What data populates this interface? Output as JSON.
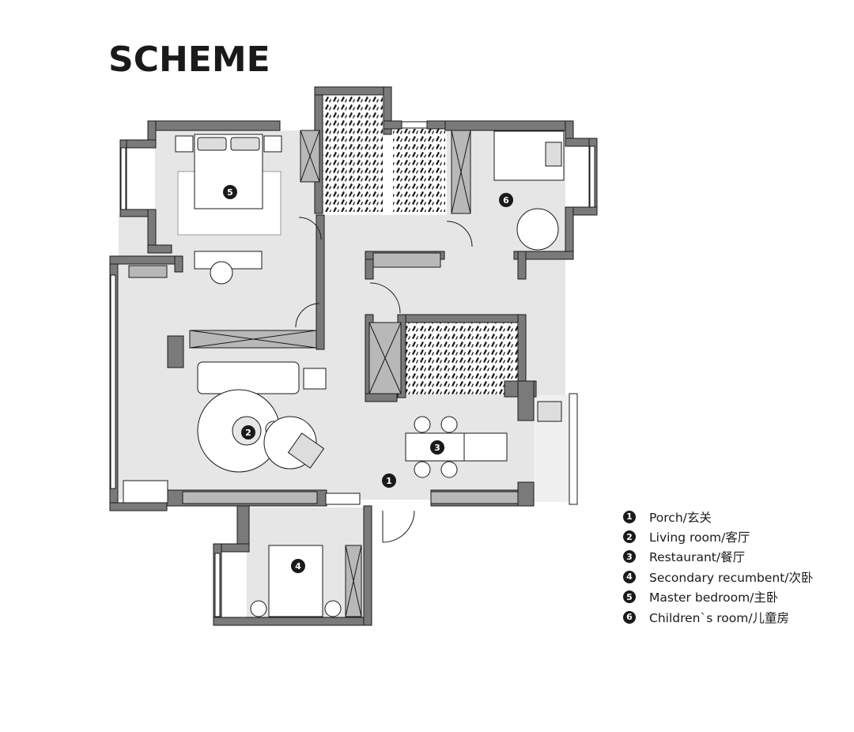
{
  "title": "SCHEME",
  "legend": [
    {
      "num": "1",
      "label": "Porch/玄关"
    },
    {
      "num": "2",
      "label": "Living room/客厅"
    },
    {
      "num": "3",
      "label": "Restaurant/餐厅"
    },
    {
      "num": "4",
      "label": "Secondary recumbent/次卧"
    },
    {
      "num": "5",
      "label": "Master bedroom/主卧"
    },
    {
      "num": "6",
      "label": "Children`s room/儿童房"
    }
  ],
  "room_markers": [
    "1",
    "2",
    "3",
    "4",
    "5",
    "6"
  ],
  "colors": {
    "wall": "#7a7a7a",
    "floor": "#e6e6e6",
    "ink": "#1a1a1a",
    "cabinet": "#a8a8a8"
  }
}
